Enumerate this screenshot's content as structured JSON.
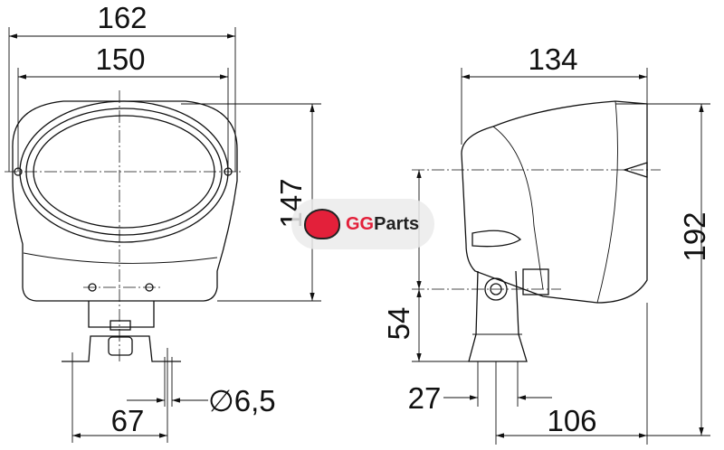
{
  "dimensions": {
    "front_overall_width": "162",
    "front_lens_width": "150",
    "front_height": "147",
    "bracket_hole_spacing": "67",
    "hole_diameter": "∅6,5",
    "side_depth": "134",
    "side_total_height": "192",
    "mount_height": "54",
    "mount_width": "27",
    "mount_offset": "106"
  },
  "watermark": {
    "brand_a": "GG",
    "brand_b": "Parts"
  },
  "colors": {
    "line": "#111111",
    "brand_red": "#e3203a"
  }
}
